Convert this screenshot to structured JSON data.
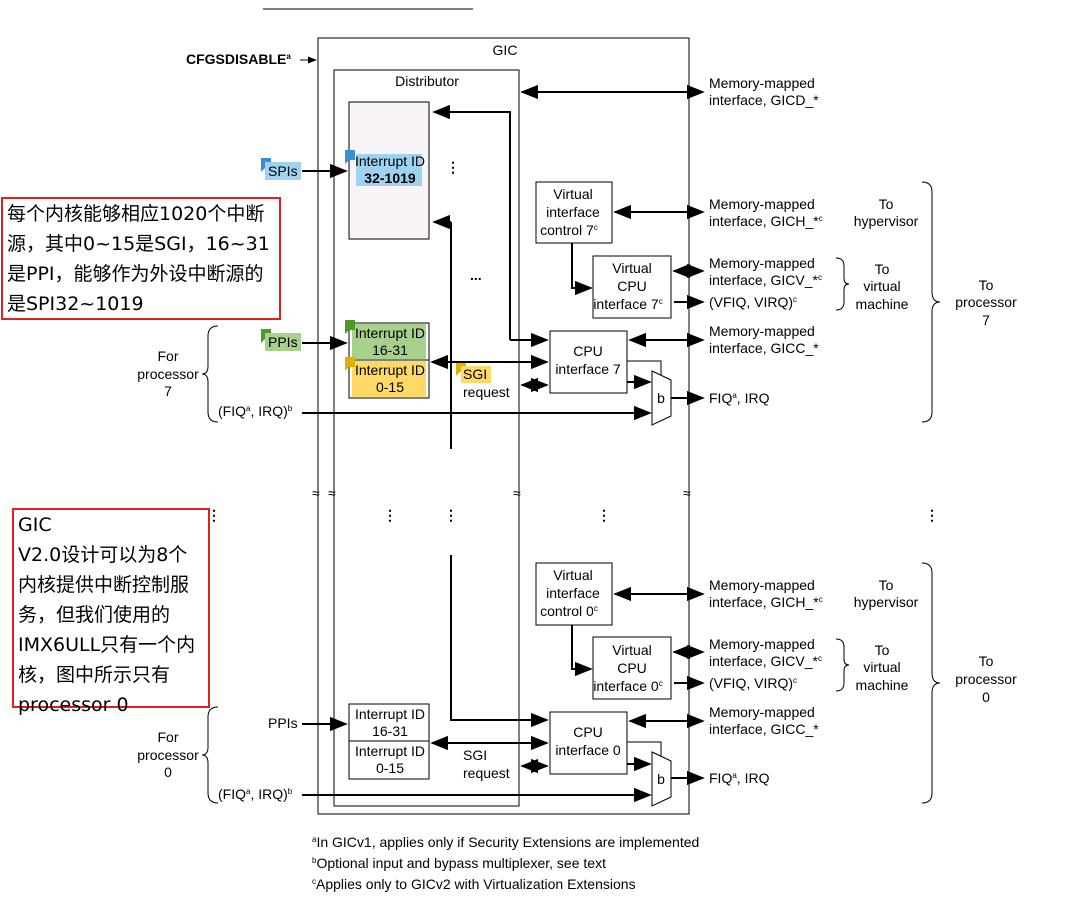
{
  "diagram": {
    "gic_label": "GIC",
    "distributor_label": "Distributor",
    "cfgsdisable": {
      "label": "CFGSDISABLE",
      "sup": "a"
    },
    "spis": "SPIs",
    "ppis": "PPIs",
    "interrupt_id_spi": [
      "Interrupt ID",
      "32-1019"
    ],
    "interrupt_id_ppi": [
      "Interrupt ID",
      "16-31"
    ],
    "interrupt_id_sgi": [
      "Interrupt ID",
      "0-15"
    ],
    "sgi_request": [
      "SGI",
      "request"
    ],
    "ellipsis": "...",
    "cpu7": {
      "for_processor": [
        "For",
        "processor",
        "7"
      ],
      "cpu_interface": [
        "CPU",
        "interface 7"
      ],
      "virtual_interface_control": [
        "Virtual",
        "interface",
        "control 7"
      ],
      "virtual_cpu_interface": [
        "Virtual",
        "CPU",
        "interface 7"
      ],
      "to_processor": [
        "To",
        "processor",
        "7"
      ]
    },
    "cpu0": {
      "for_processor": [
        "For",
        "processor",
        "0"
      ],
      "cpu_interface": [
        "CPU",
        "interface 0"
      ],
      "virtual_interface_control": [
        "Virtual",
        "interface",
        "control 0"
      ],
      "virtual_cpu_interface": [
        "Virtual",
        "CPU",
        "interface 0"
      ],
      "to_processor": [
        "To",
        "processor",
        "0"
      ]
    },
    "sup_c": "c",
    "mux_label": "b",
    "fiq_irq_in": {
      "pre": "(FIQ",
      "sup1": "a",
      "mid": ", IRQ)",
      "sup2": "b"
    },
    "fiq_irq_out": {
      "pre": "FIQ",
      "sup": "a",
      "post": ", IRQ"
    },
    "vfiq_virq": {
      "text": "(VFIQ, VIRQ)",
      "sup": "c"
    },
    "gicd": [
      "Memory-mapped",
      "interface, GICD_*"
    ],
    "gich": {
      "line1": "Memory-mapped",
      "line2": "interface, GICH_*",
      "sup": "c"
    },
    "gicv": {
      "line1": "Memory-mapped",
      "line2": "interface, GICV_*",
      "sup": "c"
    },
    "gicc": [
      "Memory-mapped",
      "interface, GICC_*"
    ],
    "to_hypervisor": [
      "To",
      "hypervisor"
    ],
    "to_virtual_machine": [
      "To",
      "virtual",
      "machine"
    ],
    "footnotes": [
      {
        "mark": "a",
        "text": "In GICv1, applies only if Security Extensions are implemented"
      },
      {
        "mark": "b",
        "text": "Optional input and bypass multiplexer, see text"
      },
      {
        "mark": "c",
        "text": "Applies only to GICv2 with Virtualization Extensions"
      }
    ]
  },
  "annotations": {
    "note1": "每个内核能够相应1020个中断源，其中0~15是SGI，16~31是PPI，能够作为外设中断源的是SPI32~1019",
    "note2": "GIC\nV2.0设计可以为8个内核提供中断控制服务，但我们使用的IMX6ULL只有一个内核，图中所示只有processor 0"
  },
  "colors": {
    "spi_highlight": "#9dd3f0",
    "ppi_highlight": "#a8d08d",
    "sgi_highlight": "#ffd966",
    "note_border": "#e02020",
    "distributor_fill": "#f7f3f6"
  }
}
